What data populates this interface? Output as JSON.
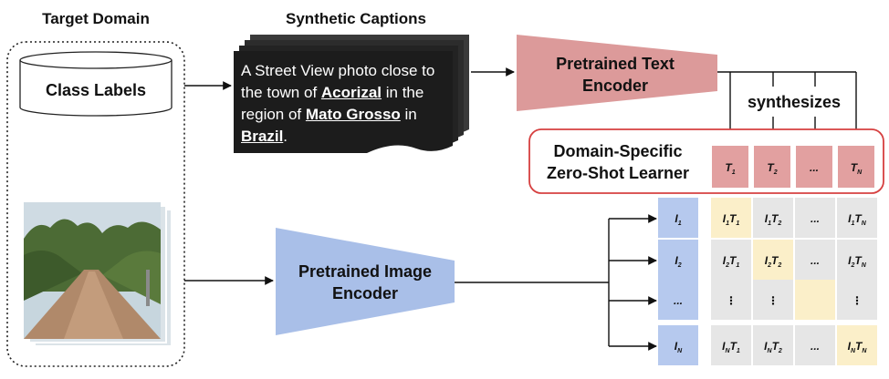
{
  "headers": {
    "target_domain": "Target Domain",
    "synthetic_captions": "Synthetic Captions"
  },
  "class_labels": "Class Labels",
  "caption": {
    "p1": "A Street View photo close to the town of ",
    "town": "Acorizal",
    "p2": " in the region of ",
    "region": "Mato Grosso",
    "p3": " in ",
    "country": "Brazil",
    "p4": "."
  },
  "text_encoder": {
    "line1": "Pretrained Text",
    "line2": "Encoder"
  },
  "image_encoder": {
    "line1": "Pretrained Image",
    "line2": "Encoder"
  },
  "synthesizes": "synthesizes",
  "zero_shot": {
    "line1": "Domain-Specific",
    "line2": "Zero-Shot Learner"
  },
  "text_tokens": [
    {
      "b": "T",
      "s": "1"
    },
    {
      "b": "T",
      "s": "2"
    },
    {
      "b": "...",
      "s": ""
    },
    {
      "b": "T",
      "s": "N"
    }
  ],
  "image_tokens": [
    {
      "b": "I",
      "s": "1"
    },
    {
      "b": "I",
      "s": "2"
    },
    {
      "b": "...",
      "s": ""
    },
    {
      "b": "I",
      "s": "N"
    }
  ],
  "matrix": [
    [
      {
        "t": "pair",
        "i": "1",
        "j": "1"
      },
      {
        "t": "pair",
        "i": "1",
        "j": "2"
      },
      {
        "t": "dots"
      },
      {
        "t": "pair",
        "i": "1",
        "j": "N"
      }
    ],
    [
      {
        "t": "pair",
        "i": "2",
        "j": "1"
      },
      {
        "t": "pair",
        "i": "2",
        "j": "2"
      },
      {
        "t": "dots"
      },
      {
        "t": "pair",
        "i": "2",
        "j": "N"
      }
    ],
    [
      {
        "t": "vdots"
      },
      {
        "t": "vdots"
      },
      {
        "t": "blank"
      },
      {
        "t": "vdots"
      }
    ],
    [
      {
        "t": "pair",
        "i": "N",
        "j": "1"
      },
      {
        "t": "pair",
        "i": "N",
        "j": "2"
      },
      {
        "t": "dots"
      },
      {
        "t": "pair",
        "i": "N",
        "j": "N"
      }
    ]
  ],
  "colors": {
    "text_encoder": "#dc9a9a",
    "image_encoder": "#a9bfe8",
    "text_token": "#e2a0a0",
    "image_token": "#b6c9ee",
    "cell_gray": "#e6e6e6",
    "cell_diag": "#fbefc9",
    "zero_shot_border": "#d64040",
    "caption_card": "#1c1c1c"
  }
}
